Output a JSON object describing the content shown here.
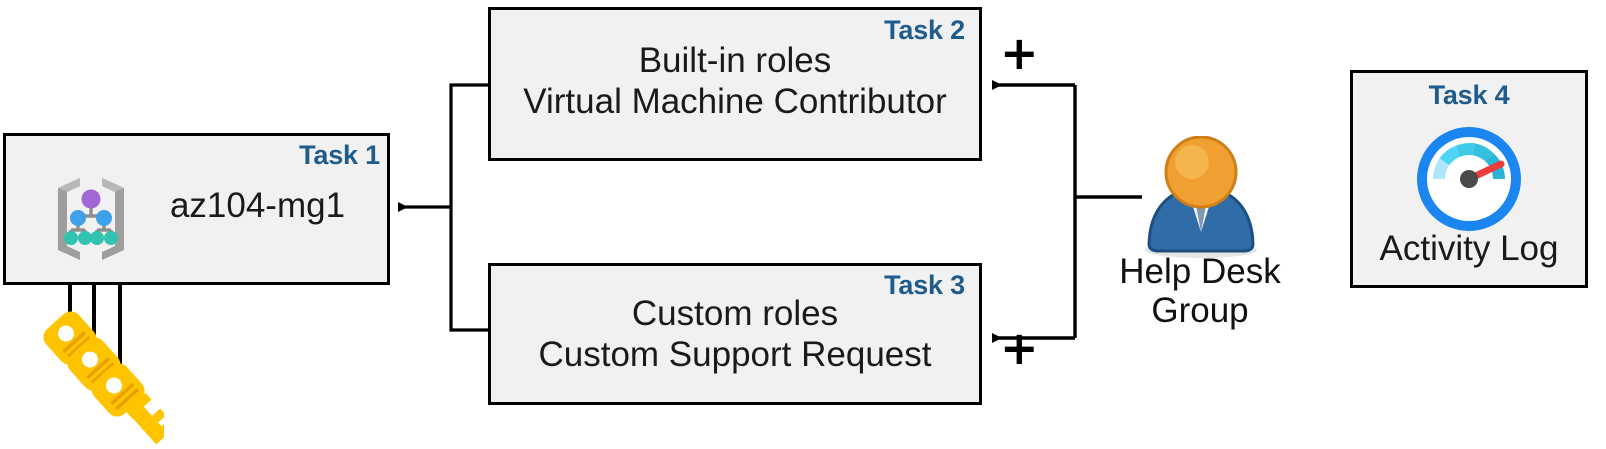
{
  "diagram": {
    "title": "Azure RBAC task diagram",
    "colors": {
      "box_fill": "#f1f1f1",
      "box_border": "#000000",
      "task_label": "#1f5c8b",
      "body_text": "#1a1a1a",
      "connector": "#000000",
      "key_gold": "#fdc500",
      "key_amber": "#ffb100",
      "person_head": "#f0a030",
      "person_body": "#2f6ca8",
      "gauge_blue": "#1b86f0",
      "gauge_needle": "#ef3b3b",
      "mg_root": "#a266d6",
      "mg_mid": "#3ea0e8",
      "mg_leaf": "#32c3b0",
      "mg_bracket": "#9e9e9e"
    },
    "boxes": [
      {
        "id": "task1",
        "task_label": "Task 1",
        "text": "az104-mg1",
        "icon": "management-group-icon"
      },
      {
        "id": "task2",
        "task_label": "Task 2",
        "text": "Built-in roles\nVirtual Machine Contributor",
        "icon": ""
      },
      {
        "id": "task3",
        "task_label": "Task 3",
        "text": "Custom roles\nCustom Support Request",
        "icon": ""
      },
      {
        "id": "task4",
        "task_label": "Task 4",
        "text": "Activity Log",
        "icon": "gauge-icon"
      }
    ],
    "actor": {
      "icon": "user-person-icon",
      "caption": "Help Desk\nGroup"
    },
    "keys": {
      "icon": "key-icon",
      "count": 3
    },
    "operators": [
      {
        "id": "plus-top",
        "symbol": "+"
      },
      {
        "id": "plus-bottom",
        "symbol": "+"
      }
    ],
    "connectors": [
      {
        "id": "roles-to-management-group",
        "from": "task2/task3",
        "to": "task1",
        "arrow": "left"
      },
      {
        "id": "group-to-builtin-roles",
        "from": "help-desk-group",
        "to": "task2",
        "arrow": "left"
      },
      {
        "id": "group-to-custom-roles",
        "from": "help-desk-group",
        "to": "task3",
        "arrow": "left"
      },
      {
        "id": "keys-to-management-group",
        "from": "keys",
        "to": "task1",
        "arrow": "up"
      }
    ]
  }
}
